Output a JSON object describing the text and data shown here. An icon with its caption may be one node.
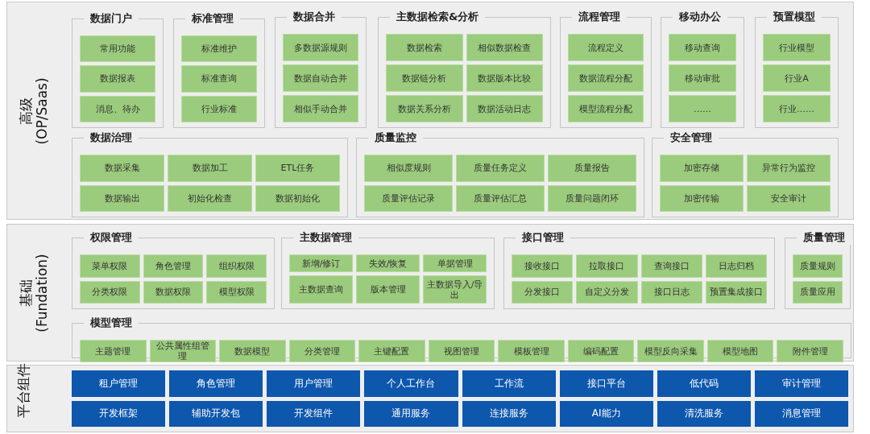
{
  "diagram": {
    "nodes": [
      {
        "text": [
          "高级 (OP/Saas)"
        ]
      },
      {
        "text": [
          "数据门户"
        ],
        "in": 0
      },
      {
        "text": [
          "常用功能"
        ],
        "in": 1
      },
      {
        "text": [
          "数据报表"
        ],
        "in": 1
      },
      {
        "text": [
          "消息、待办"
        ],
        "in": 1
      },
      {
        "text": [
          "标准管理"
        ],
        "in": 0
      },
      {
        "text": [
          "标准维护"
        ],
        "in": 5
      },
      {
        "text": [
          "标准查询"
        ],
        "in": 5
      },
      {
        "text": [
          "行业标准"
        ],
        "in": 5
      },
      {
        "text": [
          "数据合并"
        ],
        "in": 0
      },
      {
        "text": [
          "多数据源规则"
        ],
        "in": 9
      },
      {
        "text": [
          "数据自动合并"
        ],
        "in": 9
      },
      {
        "text": [
          "相似手动合并"
        ],
        "in": 9
      },
      {
        "text": [
          "主数据检索&分析"
        ],
        "in": 0
      },
      {
        "text": [
          "数据检索"
        ],
        "in": 13
      },
      {
        "text": [
          "相似数据检查"
        ],
        "in": 13
      },
      {
        "text": [
          "数据链分析"
        ],
        "in": 13
      },
      {
        "text": [
          "数据版本比较"
        ],
        "in": 13
      },
      {
        "text": [
          "数据关系分析"
        ],
        "in": 13
      },
      {
        "text": [
          "数据活动日志"
        ],
        "in": 13
      },
      {
        "text": [
          "流程管理"
        ],
        "in": 0
      },
      {
        "text": [
          "流程定义"
        ],
        "in": 20
      },
      {
        "text": [
          "数据流程分配"
        ],
        "in": 20
      },
      {
        "text": [
          "模型流程分配"
        ],
        "in": 20
      },
      {
        "text": [
          "移动办公"
        ],
        "in": 0
      },
      {
        "text": [
          "移动查询"
        ],
        "in": 24
      },
      {
        "text": [
          "移动审批"
        ],
        "in": 24
      },
      {
        "text": [
          "……"
        ],
        "in": 24
      },
      {
        "text": [
          "预置模型"
        ],
        "in": 0
      },
      {
        "text": [
          "行业模型"
        ],
        "in": 28
      },
      {
        "text": [
          "行业A"
        ],
        "in": 28
      },
      {
        "text": [
          "行业……"
        ],
        "in": 28
      },
      {
        "text": [
          "数据治理"
        ],
        "in": 0
      },
      {
        "text": [
          "数据采集"
        ],
        "in": 32
      },
      {
        "text": [
          "数据加工"
        ],
        "in": 32
      },
      {
        "text": [
          "ETL任务"
        ],
        "in": 32
      },
      {
        "text": [
          "数据输出"
        ],
        "in": 32
      },
      {
        "text": [
          "初始化检查"
        ],
        "in": 32
      },
      {
        "text": [
          "数据初始化"
        ],
        "in": 32
      },
      {
        "text": [
          "质量监控"
        ],
        "in": 0
      },
      {
        "text": [
          "相似度规则"
        ],
        "in": 39
      },
      {
        "text": [
          "质量任务定义"
        ],
        "in": 39
      },
      {
        "text": [
          "质量报告"
        ],
        "in": 39
      },
      {
        "text": [
          "质量评估记录"
        ],
        "in": 39
      },
      {
        "text": [
          "质量评估汇总"
        ],
        "in": 39
      },
      {
        "text": [
          "质量问题闭环"
        ],
        "in": 39
      },
      {
        "text": [
          "安全管理"
        ],
        "in": 0
      },
      {
        "text": [
          "加密存储"
        ],
        "in": 46
      },
      {
        "text": [
          "异常行为监控"
        ],
        "in": 46
      },
      {
        "text": [
          "加密传输"
        ],
        "in": 46
      },
      {
        "text": [
          "安全审计"
        ],
        "in": 46
      },
      {
        "text": [
          "基础 (Fundation)"
        ]
      },
      {
        "text": [
          "权限管理"
        ],
        "in": 51
      },
      {
        "text": [
          "菜单权限"
        ],
        "in": 52
      },
      {
        "text": [
          "角色管理"
        ],
        "in": 52
      },
      {
        "text": [
          "组织权限"
        ],
        "in": 52
      },
      {
        "text": [
          "分类权限"
        ],
        "in": 52
      },
      {
        "text": [
          "数据权限"
        ],
        "in": 52
      },
      {
        "text": [
          "模型权限"
        ],
        "in": 52
      },
      {
        "text": [
          "主数据管理"
        ],
        "in": 51
      },
      {
        "text": [
          "新增/修订"
        ],
        "in": 59
      },
      {
        "text": [
          "失效/恢复"
        ],
        "in": 59
      },
      {
        "text": [
          "单据管理"
        ],
        "in": 59
      },
      {
        "text": [
          "主数据查询"
        ],
        "in": 59
      },
      {
        "text": [
          "版本管理"
        ],
        "in": 59
      },
      {
        "text": [
          "主数据导入/导出"
        ],
        "in": 59
      },
      {
        "text": [
          "接口管理"
        ],
        "in": 51
      },
      {
        "text": [
          "接收接口"
        ],
        "in": 66
      },
      {
        "text": [
          "拉取接口"
        ],
        "in": 66
      },
      {
        "text": [
          "查询接口"
        ],
        "in": 66
      },
      {
        "text": [
          "日志归档"
        ],
        "in": 66
      },
      {
        "text": [
          "分发接口"
        ],
        "in": 66
      },
      {
        "text": [
          "自定义分发"
        ],
        "in": 66
      },
      {
        "text": [
          "接口日志"
        ],
        "in": 66
      },
      {
        "text": [
          "预置集成接口"
        ],
        "in": 66
      },
      {
        "text": [
          "质量管理"
        ],
        "in": 51
      },
      {
        "text": [
          "质量规则"
        ],
        "in": 75
      },
      {
        "text": [
          "质量应用"
        ],
        "in": 75
      },
      {
        "text": [
          "模型管理"
        ],
        "in": 51
      },
      {
        "text": [
          "主题管理"
        ],
        "in": 78
      },
      {
        "text": [
          "公共属性组管理"
        ],
        "in": 78
      },
      {
        "text": [
          "数据模型"
        ],
        "in": 78
      },
      {
        "text": [
          "分类管理"
        ],
        "in": 78
      },
      {
        "text": [
          "主键配置"
        ],
        "in": 78
      },
      {
        "text": [
          "视图管理"
        ],
        "in": 78
      },
      {
        "text": [
          "模板管理"
        ],
        "in": 78
      },
      {
        "text": [
          "编码配置"
        ],
        "in": 78
      },
      {
        "text": [
          "模型反向采集"
        ],
        "in": 78
      },
      {
        "text": [
          "模型地图"
        ],
        "in": 78
      },
      {
        "text": [
          "附件管理"
        ],
        "in": 78
      },
      {
        "text": [
          "平台组件"
        ]
      },
      {
        "text": [
          "租户管理"
        ],
        "in": 90
      },
      {
        "text": [
          "角色管理"
        ],
        "in": 90
      },
      {
        "text": [
          "用户管理"
        ],
        "in": 90
      },
      {
        "text": [
          "个人工作台"
        ],
        "in": 90
      },
      {
        "text": [
          "工作流"
        ],
        "in": 90
      },
      {
        "text": [
          "接口平台"
        ],
        "in": 90
      },
      {
        "text": [
          "低代码"
        ],
        "in": 90
      },
      {
        "text": [
          "审计管理"
        ],
        "in": 90
      },
      {
        "text": [
          "开发框架"
        ],
        "in": 90
      },
      {
        "text": [
          "辅助开发包"
        ],
        "in": 90
      },
      {
        "text": [
          "开发组件"
        ],
        "in": 90
      },
      {
        "text": [
          "通用服务"
        ],
        "in": 90
      },
      {
        "text": [
          "连接服务"
        ],
        "in": 90
      },
      {
        "text": [
          "AI能力"
        ],
        "in": 90
      },
      {
        "text": [
          "清洗服务"
        ],
        "in": 90
      },
      {
        "text": [
          "消息管理"
        ],
        "in": 90
      }
    ]
  }
}
